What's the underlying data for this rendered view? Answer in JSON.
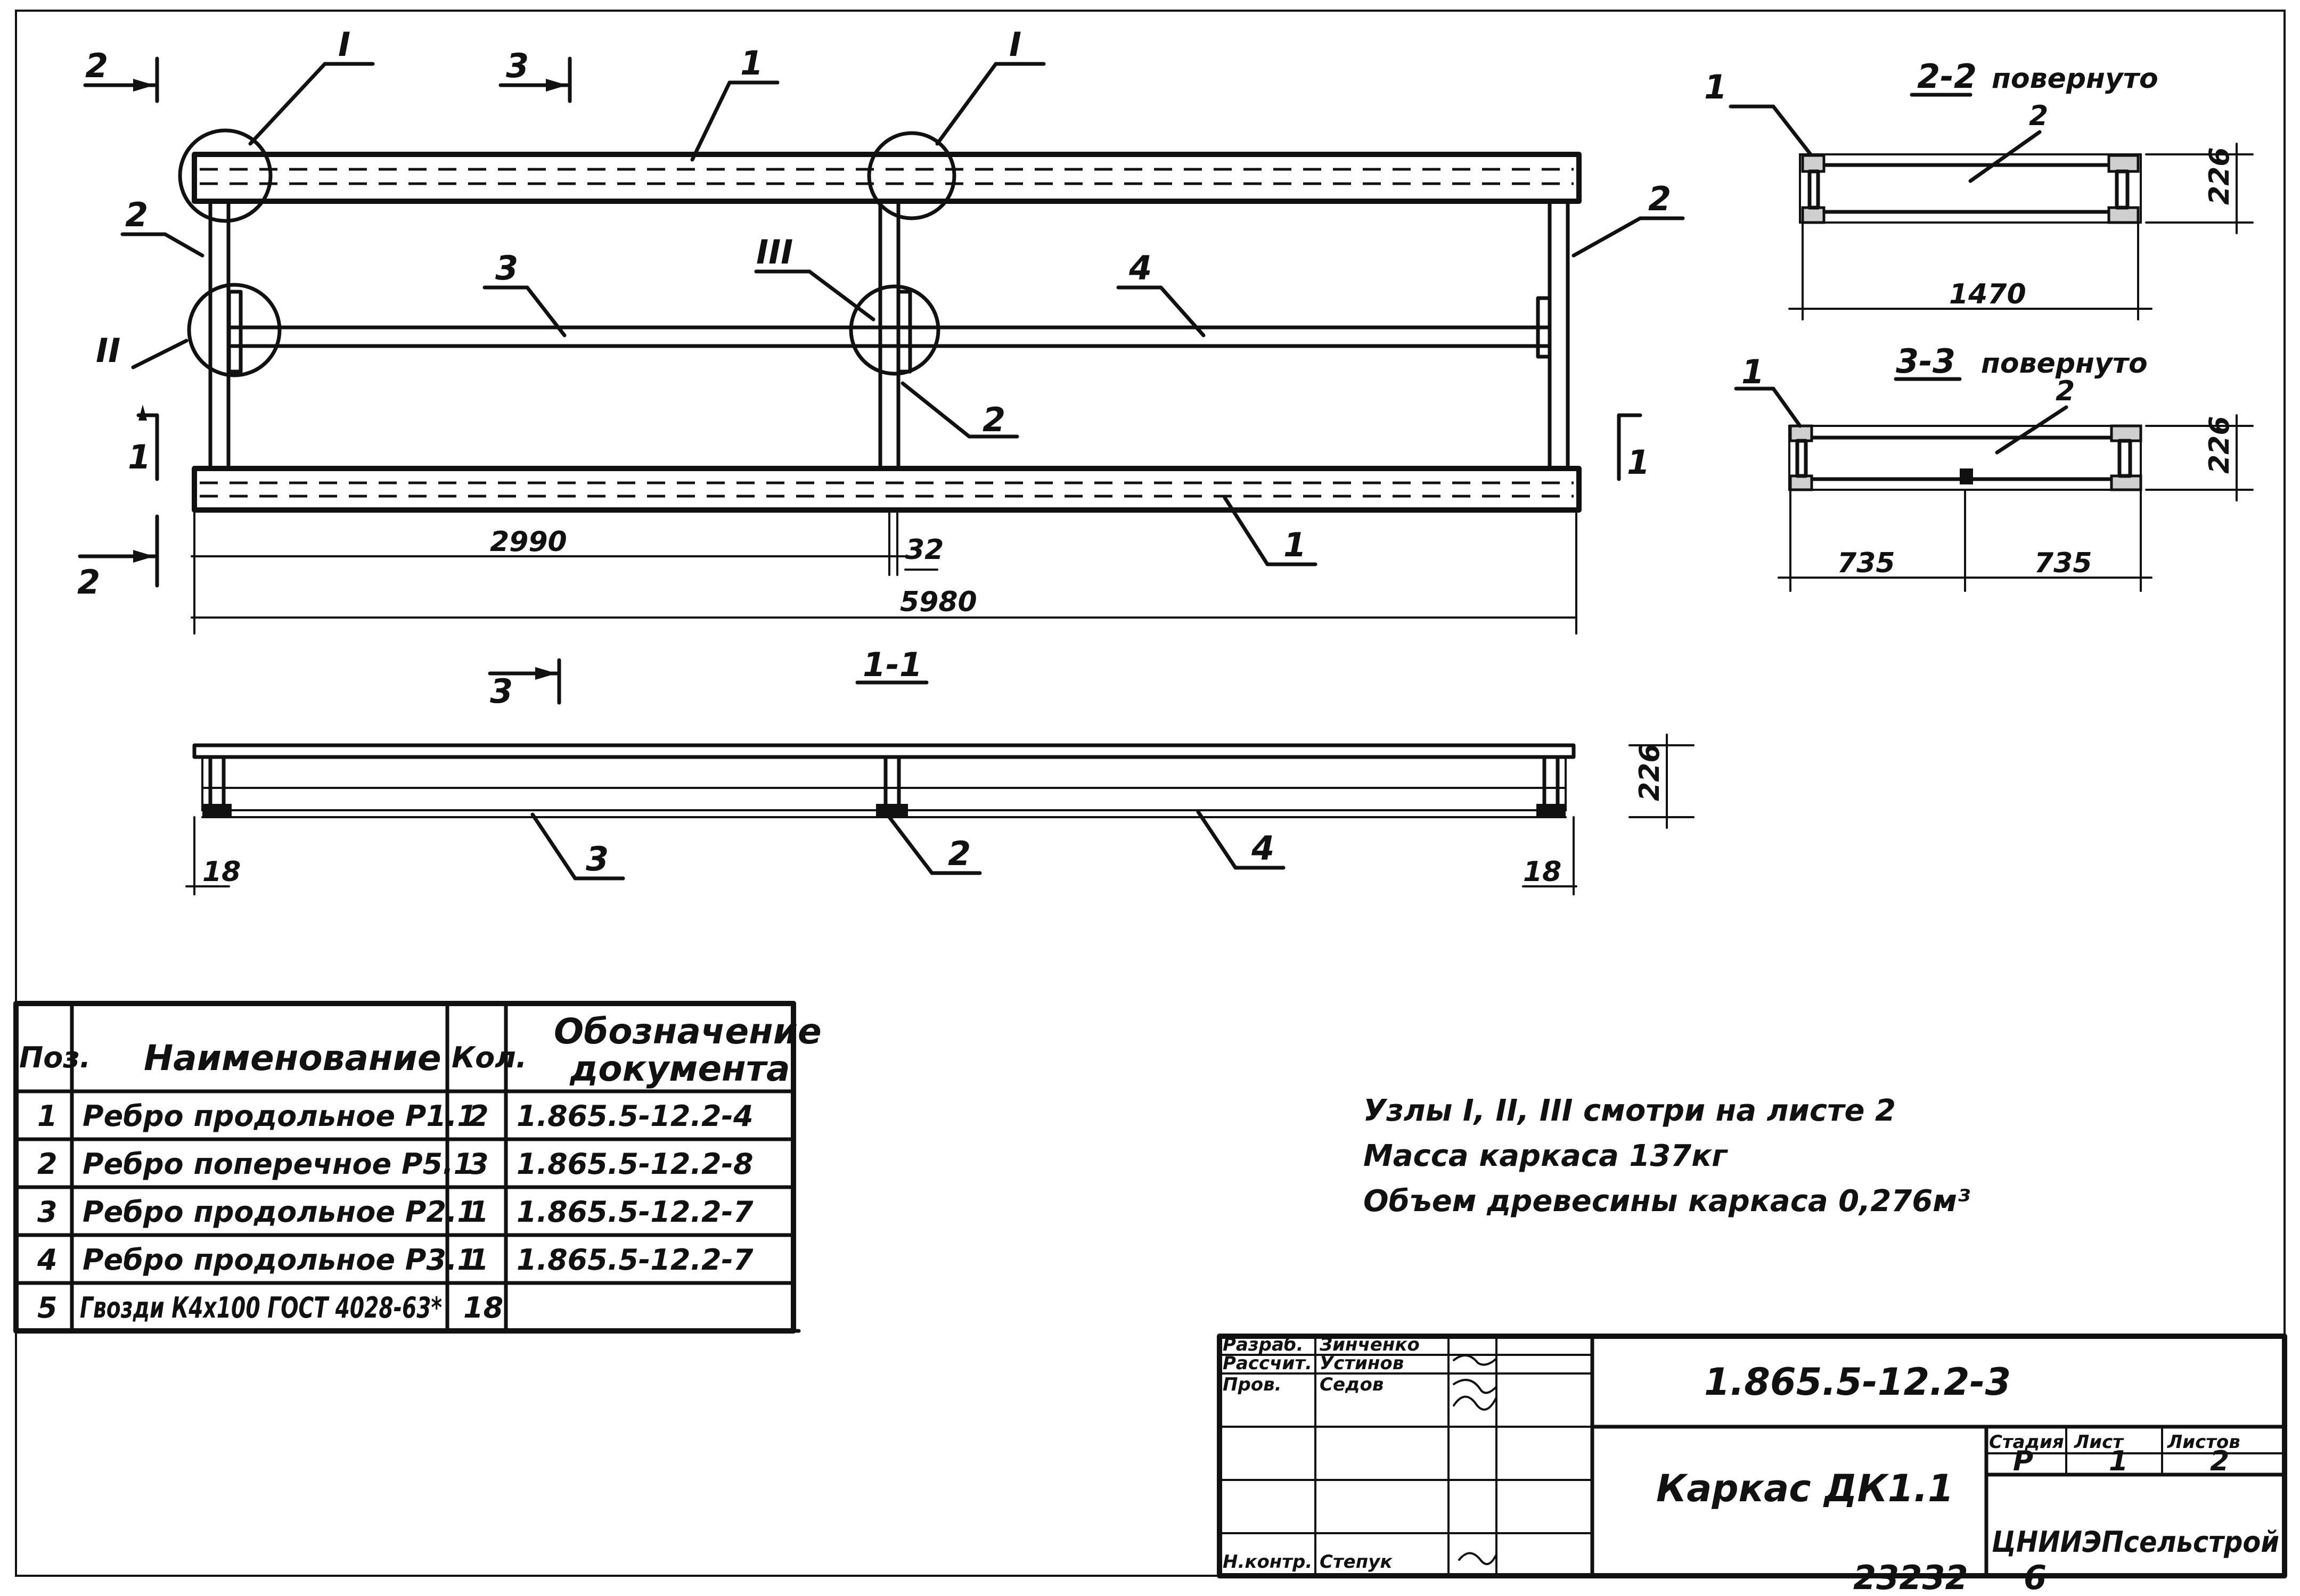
{
  "sections": {
    "s11": "1-1",
    "s22": "2-2",
    "s22_suffix": "повернуто",
    "s33": "3-3",
    "s33_suffix": "повернуто"
  },
  "cut_marks": {
    "c1": "1",
    "c2": "2",
    "c3": "3"
  },
  "node_marks": {
    "n1": "I",
    "n2": "II",
    "n3": "III"
  },
  "positions": {
    "p1": "1",
    "p2": "2",
    "p3": "3",
    "p4": "4"
  },
  "dimensions": {
    "plan_left": "2990",
    "plan_gap": "32",
    "plan_total": "5980",
    "sec_height": "226",
    "sec_18_left": "18",
    "sec_18_right": "18",
    "s22_height": "226",
    "s22_width": "1470",
    "s33_height": "226",
    "s33_left": "735",
    "s33_right": "735"
  },
  "spec_table": {
    "headers": {
      "pos": "Поз.",
      "name": "Наименование",
      "qty": "Кол.",
      "doc_line1": "Обозначение",
      "doc_line2": "документа"
    },
    "rows": [
      {
        "pos": "1",
        "name": "Ребро продольное Р1.1",
        "qty": "2",
        "doc": "1.865.5-12.2-4"
      },
      {
        "pos": "2",
        "name": "Ребро поперечное Р5.1",
        "qty": "3",
        "doc": "1.865.5-12.2-8"
      },
      {
        "pos": "3",
        "name": "Ребро продольное Р2.1",
        "qty": "1",
        "doc": "1.865.5-12.2-7"
      },
      {
        "pos": "4",
        "name": "Ребро продольное Р3.1",
        "qty": "1",
        "doc": "1.865.5-12.2-7"
      },
      {
        "pos": "5",
        "name": "Гвозди К4х100 ГОСТ 4028-63*",
        "qty": "18",
        "doc": ""
      }
    ]
  },
  "notes": {
    "line1": "Узлы I, II, III смотри на листе 2",
    "line2": "Масса каркаса 137кг",
    "line3": "Объем древесины каркаса 0,276м³"
  },
  "title_block": {
    "roles": [
      "Разраб.",
      "Рассчит.",
      "Пров.",
      "",
      "",
      "Н.контр."
    ],
    "names": [
      "Зинченко",
      "Устинов",
      "Седов",
      "",
      "",
      "Степук"
    ],
    "doc_code": "1.865.5-12.2-3",
    "title": "Каркас ДК1.1",
    "stage_label": "Стадия",
    "sheet_label": "Лист",
    "sheets_label": "Листов",
    "stage": "Р",
    "sheet": "1",
    "sheets": "2",
    "org": "ЦНИИЭПсельстрой"
  },
  "footer": {
    "archive_no": "23232",
    "page": "6"
  }
}
